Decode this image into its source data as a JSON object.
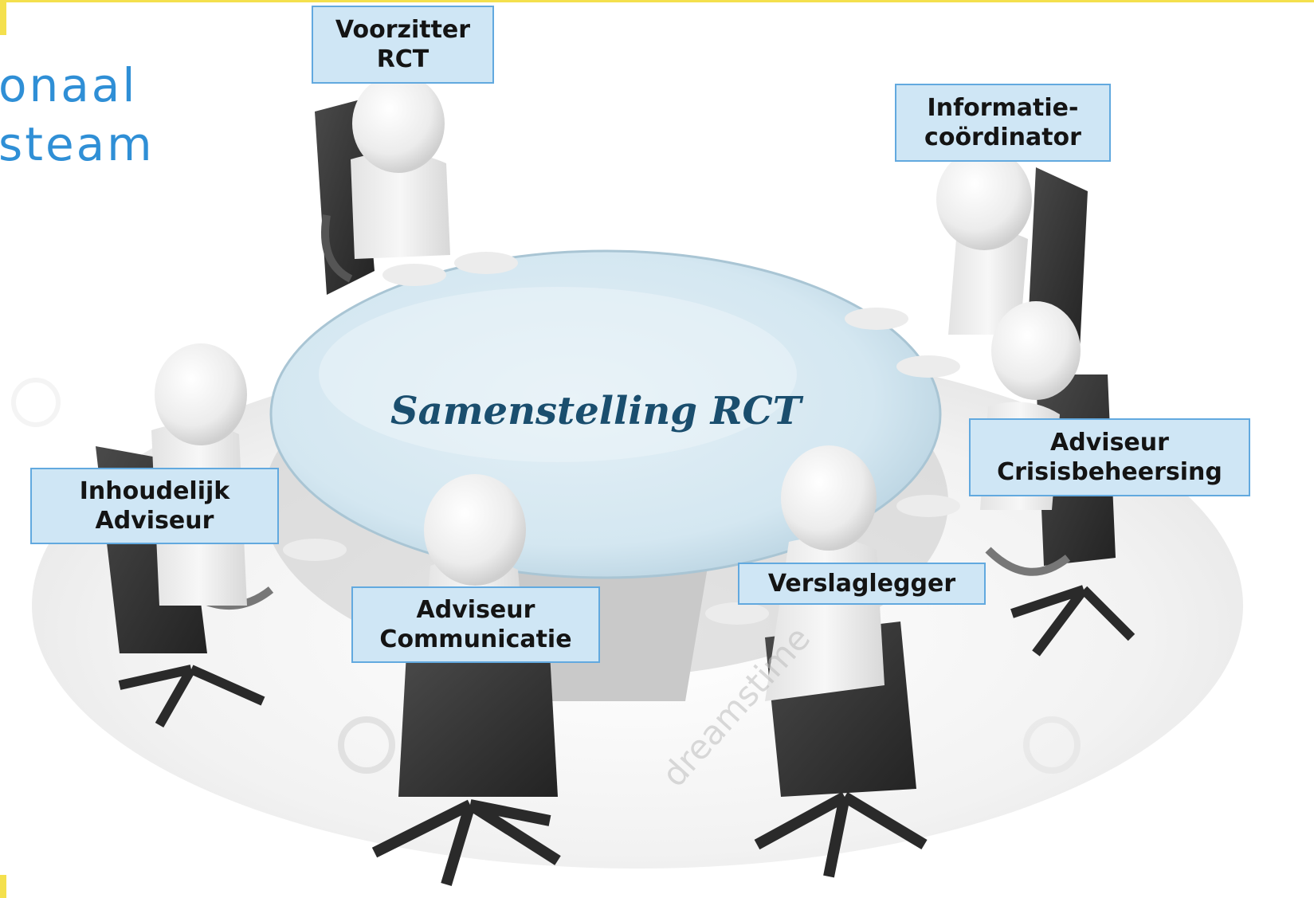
{
  "slide": {
    "title": "onaal\nsteam",
    "accent_color": "#f4e04d",
    "title_color": "#2f8fd6"
  },
  "table": {
    "caption": "Samenstelling RCT"
  },
  "roles": [
    {
      "label": "Voorzitter\nRCT"
    },
    {
      "label": "Informatie-\ncoördinator"
    },
    {
      "label": "Adviseur\nCrisisbeheersing"
    },
    {
      "label": "Verslaglegger"
    },
    {
      "label": "Adviseur\nCommunicatie"
    },
    {
      "label": "Inhoudelijk\nAdviseur"
    }
  ],
  "watermark": {
    "text": "dreamstime"
  },
  "colors": {
    "label_fill": "#cfe6f5",
    "label_border": "#62a9df",
    "table_top": "#d8e9f2",
    "chair": "#3c3c3c",
    "figure": "#f1f1f1"
  }
}
